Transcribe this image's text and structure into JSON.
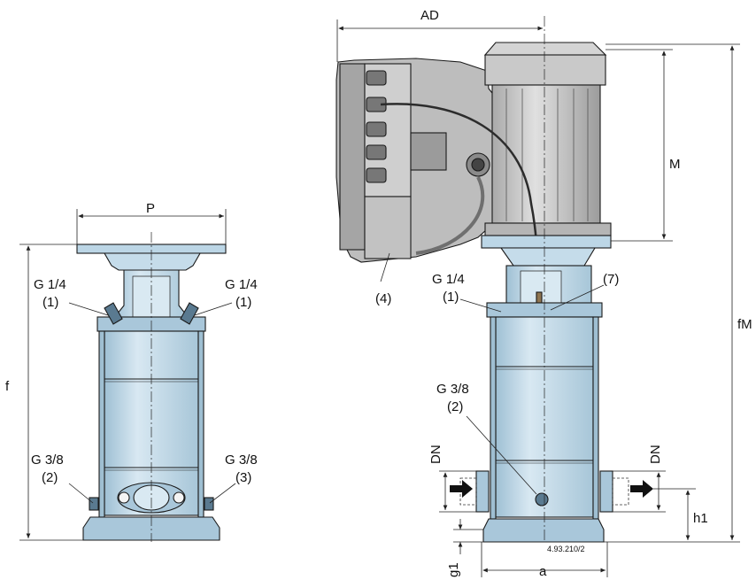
{
  "labels": {
    "P": "P",
    "f": "f",
    "AD": "AD",
    "M": "M",
    "fM": "fM",
    "h1": "h1",
    "g1": "g1",
    "a": "a",
    "DN_left": "DN",
    "DN_right": "DN",
    "left_top_left_thread": "G 1/4",
    "left_top_left_ref": "(1)",
    "left_top_right_thread": "G 1/4",
    "left_top_right_ref": "(1)",
    "left_bottom_left_thread": "G 3/8",
    "left_bottom_left_ref": "(2)",
    "left_bottom_right_thread": "G 3/8",
    "left_bottom_right_ref": "(3)",
    "right_top_thread": "G 1/4",
    "right_top_ref": "(1)",
    "right_mid_thread": "G 3/8",
    "right_mid_ref": "(2)",
    "ref_4": "(4)",
    "ref_7": "(7)",
    "drawing_number": "4.93.210/2"
  },
  "colors": {
    "pump_body": "#bcd6e6",
    "pump_shade": "#8fb3c8",
    "motor": "#c8c8c8",
    "motor_dark": "#9a9a9a",
    "drive_box": "#b9b9b9",
    "line": "#1a1a1a"
  }
}
